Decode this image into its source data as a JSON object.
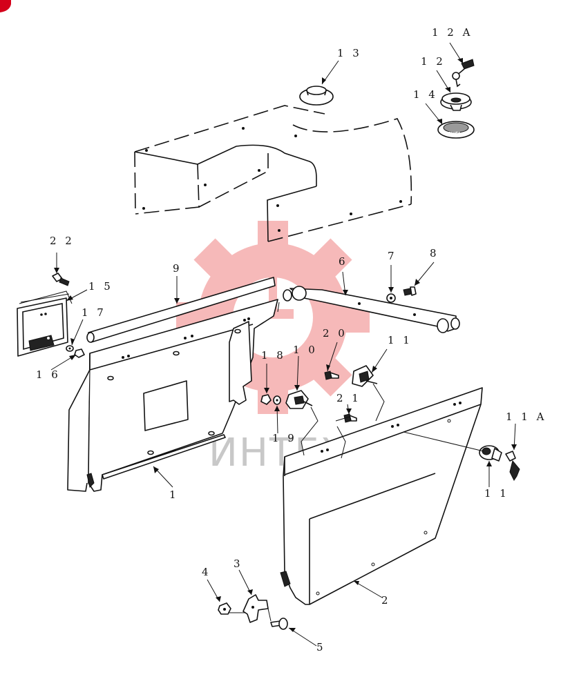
{
  "watermark": {
    "text": "ИНТЕХ",
    "color": "#f08080"
  },
  "fuel_cap_text": "FUEL",
  "callouts": [
    {
      "id": "c1",
      "text": "1"
    },
    {
      "id": "c2",
      "text": "2"
    },
    {
      "id": "c3",
      "text": "3"
    },
    {
      "id": "c4",
      "text": "4"
    },
    {
      "id": "c5",
      "text": "5"
    },
    {
      "id": "c6",
      "text": "6"
    },
    {
      "id": "c7",
      "text": "7"
    },
    {
      "id": "c8",
      "text": "8"
    },
    {
      "id": "c9",
      "text": "9"
    },
    {
      "id": "c10",
      "text": "1 0"
    },
    {
      "id": "c11a",
      "text": "1 1"
    },
    {
      "id": "c11b",
      "text": "1 1"
    },
    {
      "id": "c11A",
      "text": "1 1 A"
    },
    {
      "id": "c12",
      "text": "1 2"
    },
    {
      "id": "c12A",
      "text": "1 2 A"
    },
    {
      "id": "c13",
      "text": "1 3"
    },
    {
      "id": "c14",
      "text": "1 4"
    },
    {
      "id": "c15",
      "text": "1 5"
    },
    {
      "id": "c16",
      "text": "1 6"
    },
    {
      "id": "c17",
      "text": "1 7"
    },
    {
      "id": "c18",
      "text": "1 8"
    },
    {
      "id": "c19",
      "text": "1 9"
    },
    {
      "id": "c20",
      "text": "2 0"
    },
    {
      "id": "c21",
      "text": "2 1"
    },
    {
      "id": "c22",
      "text": "2 2"
    }
  ]
}
